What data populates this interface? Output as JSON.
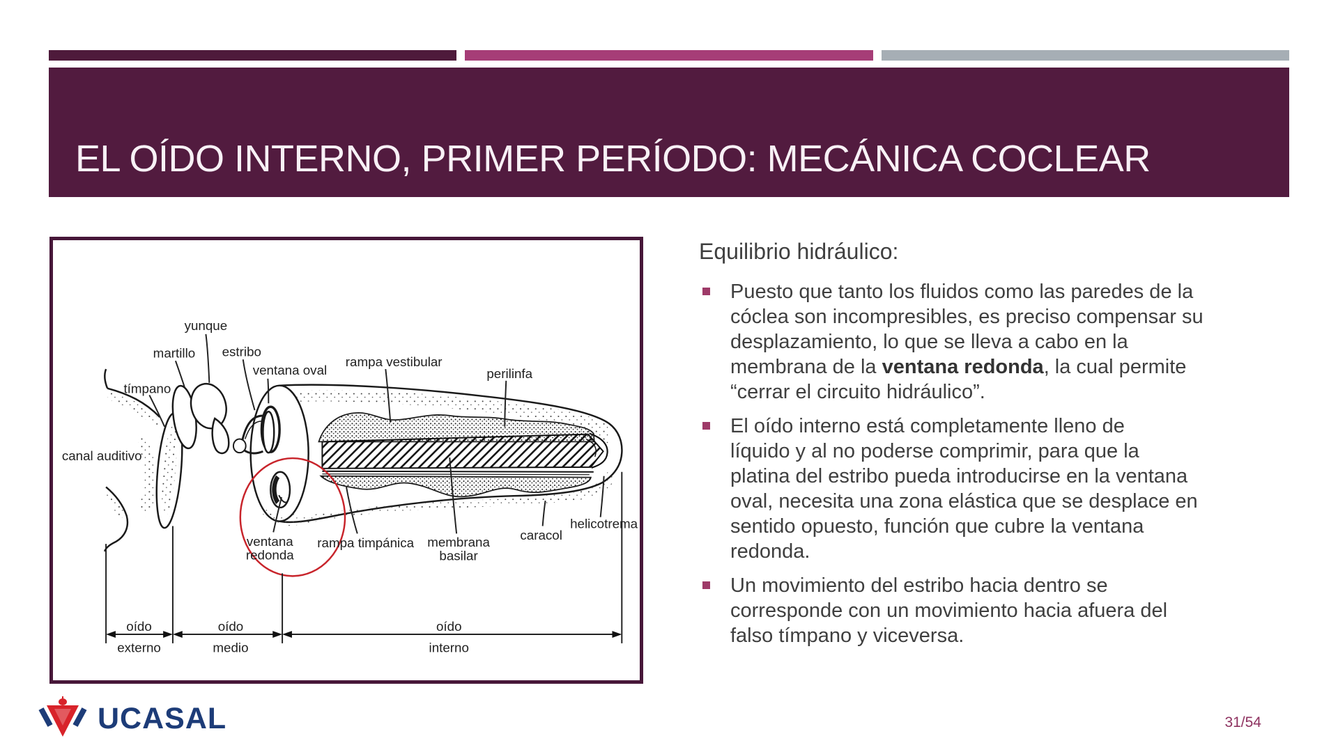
{
  "slide": {
    "title": "EL OÍDO INTERNO, PRIMER PERÍODO: MECÁNICA COCLEAR",
    "page_number": "31/54",
    "logo": {
      "text": "UCASAL"
    },
    "content": {
      "intro": "Equilibrio hidráulico:",
      "bullets": [
        {
          "lines": [
            {
              "pre": "Puesto que tanto los fluidos como las paredes de la",
              "b": "",
              "post": ""
            },
            {
              "pre": "cóclea son incompresibles, es preciso compensar su",
              "b": "",
              "post": ""
            },
            {
              "pre": "desplazamiento, lo que se lleva a cabo en la",
              "b": "",
              "post": ""
            },
            {
              "pre": "membrana de la ",
              "b": "ventana redonda",
              "post": ", la cual permite"
            },
            {
              "pre": "“cerrar el circuito hidráulico”.",
              "b": "",
              "post": ""
            }
          ]
        },
        {
          "lines": [
            {
              "pre": "El oído interno está completamente lleno de",
              "b": "",
              "post": ""
            },
            {
              "pre": "líquido y al no poderse comprimir, para que la",
              "b": "",
              "post": ""
            },
            {
              "pre": "platina del estribo pueda introducirse en la ventana",
              "b": "",
              "post": ""
            },
            {
              "pre": "oval, necesita una zona elástica que se desplace en",
              "b": "",
              "post": ""
            },
            {
              "pre": "sentido opuesto, función que cubre la ventana",
              "b": "",
              "post": ""
            },
            {
              "pre": "redonda.",
              "b": "",
              "post": ""
            }
          ]
        },
        {
          "lines": [
            {
              "pre": "Un movimiento del estribo hacia dentro se",
              "b": "",
              "post": ""
            },
            {
              "pre": "corresponde con un movimiento hacia afuera del",
              "b": "",
              "post": ""
            },
            {
              "pre": "falso tímpano y viceversa.",
              "b": "",
              "post": ""
            }
          ]
        }
      ]
    },
    "diagram": {
      "labels": {
        "canal_auditivo": "canal auditivo",
        "timpano": "tímpano",
        "martillo": "martillo",
        "yunque": "yunque",
        "estribo": "estribo",
        "ventana_oval": "ventana oval",
        "rampa_vestibular": "rampa vestibular",
        "perilinfa": "perilinfa",
        "ventana_redonda": [
          "ventana",
          "redonda"
        ],
        "rampa_timpanica": "rampa timpánica",
        "membrana_basilar": [
          "membrana",
          "basilar"
        ],
        "caracol": "caracol",
        "helicotrema": "helicotrema",
        "oido_externo": [
          "oído",
          "externo"
        ],
        "oido_medio": [
          "oído",
          "medio"
        ],
        "oido_interno": [
          "oído",
          "interno"
        ]
      }
    },
    "colors": {
      "title_band": "#521b3f",
      "bar_dark": "#4e1a3b",
      "bar_magenta": "#a63d77",
      "bar_gray": "#a6aeb5",
      "bullet_marker": "#9e3a68",
      "body_text": "#3f3f3f",
      "page_number": "#8e3260",
      "logo_navy": "#1d3c78",
      "logo_red": "#d8232a",
      "highlight_circle": "#c8242b"
    }
  }
}
